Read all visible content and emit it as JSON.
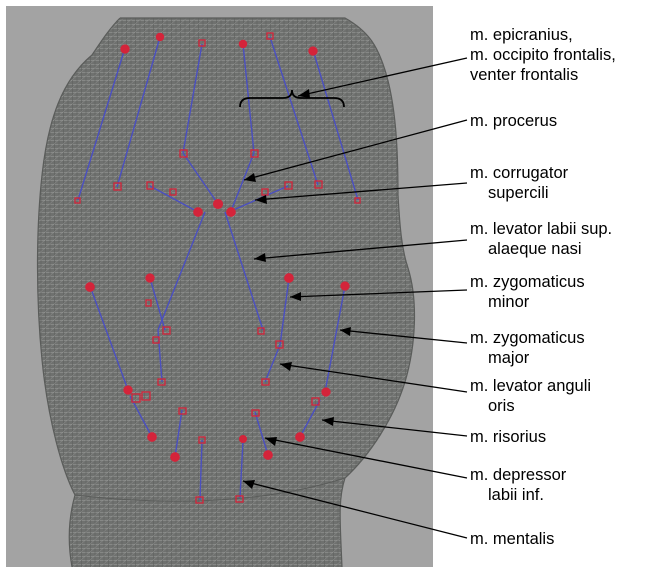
{
  "colors": {
    "background_panel": "#a3a3a3",
    "mesh_fill": "#6f716f",
    "mesh_line": "#8a8c8a",
    "muscle_line": "#4a4fc0",
    "marker": "#d4243a",
    "leader_line": "#000000"
  },
  "labels": [
    {
      "id": "epicranius",
      "lines": [
        "m. epicranius,",
        "m. occipito frontalis,",
        "venter frontalis"
      ]
    },
    {
      "id": "procerus",
      "lines": [
        "m. procerus"
      ]
    },
    {
      "id": "corrugator",
      "lines": [
        "m. corrugator",
        "supercili"
      ]
    },
    {
      "id": "levator-labii",
      "lines": [
        "m. levator labii sup.",
        "alaeque nasi"
      ]
    },
    {
      "id": "zygomaticus-minor",
      "lines": [
        "m. zygomaticus",
        "minor"
      ]
    },
    {
      "id": "zygomaticus-major",
      "lines": [
        "m. zygomaticus",
        "major"
      ]
    },
    {
      "id": "levator-anguli",
      "lines": [
        "m. levator anguli",
        "oris"
      ]
    },
    {
      "id": "risorius",
      "lines": [
        "m. risorius"
      ]
    },
    {
      "id": "depressor",
      "lines": [
        "m. depressor",
        "labii inf."
      ]
    },
    {
      "id": "mentalis",
      "lines": [
        "m. mentalis"
      ]
    }
  ]
}
